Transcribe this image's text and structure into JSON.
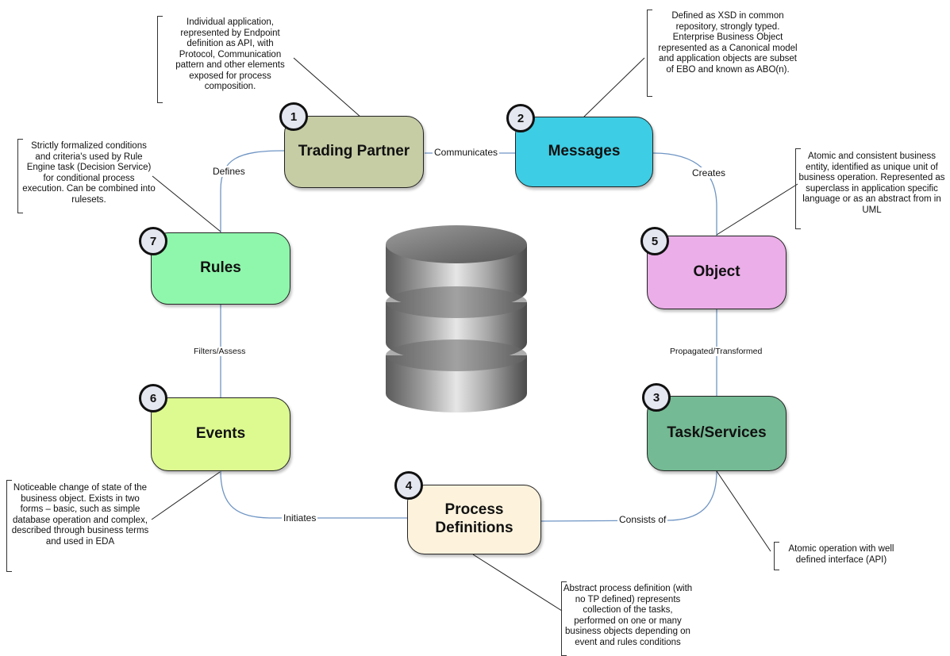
{
  "nodes": {
    "trading_partner": {
      "number": "1",
      "label": "Trading Partner",
      "color": "#c6cca4"
    },
    "messages": {
      "number": "2",
      "label": "Messages",
      "color": "#3dcde4"
    },
    "task_services": {
      "number": "3",
      "label": "Task/Services",
      "color": "#74ba94"
    },
    "process_definitions": {
      "number": "4",
      "label": "Process Definitions",
      "color": "#fdf3dd"
    },
    "object": {
      "number": "5",
      "label": "Object",
      "color": "#ebaee8"
    },
    "events": {
      "number": "6",
      "label": "Events",
      "color": "#dcfa90"
    },
    "rules": {
      "number": "7",
      "label": "Rules",
      "color": "#8ff7ac"
    }
  },
  "edges": {
    "communicates": "Communicates",
    "creates": "Creates",
    "propagated": "Propagated/Transformed",
    "consists_of": "Consists of",
    "initiates": "Initiates",
    "filters": "Filters/Assess",
    "defines": "Defines"
  },
  "notes": {
    "trading_partner": "Individual application, represented by Endpoint definition as API, with Protocol, Communication pattern and other elements exposed for process composition.",
    "messages": "Defined as XSD in common repository, strongly typed. Enterprise Business Object represented as a Canonical model and application objects are subset of EBO and known as ABO(n).",
    "object": "Atomic and consistent business entity, identified as unique unit of business operation. Represented as superclass in application specific language or as an abstract from in UML",
    "rules": "Strictly formalized conditions and criteria's used by Rule Engine task (Decision Service) for conditional process execution. Can be combined into rulesets.",
    "events": "Noticeable change of state of the business object. Exists in two forms – basic, such as simple database operation and complex, described through business terms and used in EDA",
    "task_services": "Atomic operation with well defined interface (API)",
    "process_definitions": "Abstract process definition (with no TP defined) represents collection of the tasks, performed on one or many business objects depending on event and rules conditions"
  }
}
